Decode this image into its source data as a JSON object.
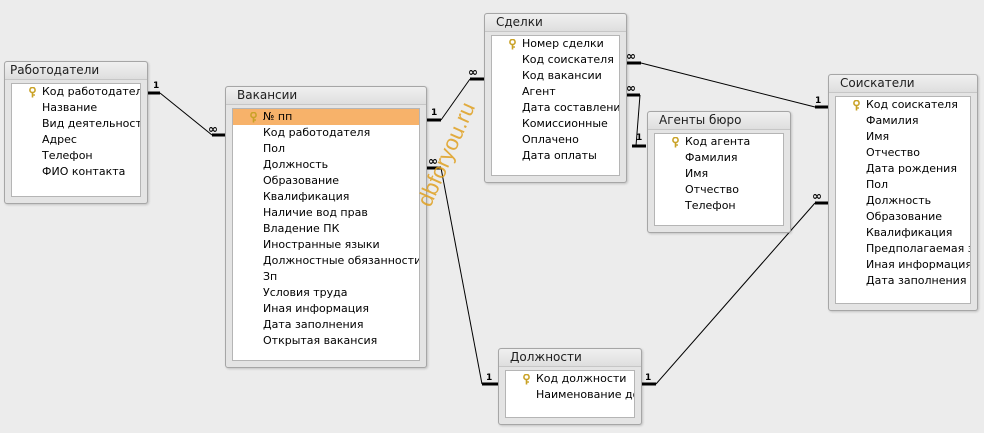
{
  "tables": {
    "employers": {
      "title": "Работодатели",
      "fields": [
        "Код работодателя",
        "Название",
        "Вид деятельности",
        "Адрес",
        "Телефон",
        "ФИО контакта"
      ]
    },
    "vacancies": {
      "title": "Вакансии",
      "fields": [
        "№ пп",
        "Код работодателя",
        "Пол",
        "Должность",
        "Образование",
        "Квалификация",
        "Наличие вод прав",
        "Владение ПК",
        "Иностранные языки",
        "Должностные обязанности",
        "Зп",
        "Условия труда",
        "Иная  информация",
        "Дата заполнения",
        "Открытая вакансия"
      ]
    },
    "deals": {
      "title": "Сделки",
      "fields": [
        "Номер сделки",
        "Код соискателя",
        "Код вакансии",
        "Агент",
        "Дата составления",
        "Комиссионные",
        "Оплачено",
        "Дата оплаты"
      ]
    },
    "agents": {
      "title": "Агенты бюро",
      "fields": [
        "Код агента",
        "Фамилия",
        "Имя",
        "Отчество",
        "Телефон"
      ]
    },
    "applicants": {
      "title": "Соискатели",
      "fields": [
        "Код соискателя",
        "Фамилия",
        "Имя",
        "Отчество",
        "Дата рождения",
        "Пол",
        "Должность",
        "Образование",
        "Квалификация",
        "Предполагаемая зп",
        "Иная  информация",
        "Дата заполнения"
      ]
    },
    "positions": {
      "title": "Должности",
      "fields": [
        "Код должности",
        "Наименование должности"
      ]
    }
  },
  "relations": {
    "one": "1",
    "many": "∞"
  },
  "watermark": "dbforyou.ru",
  "colors": {
    "selected_row": "#f7b26a",
    "watermark": "#e0a020",
    "key_icon": "#c9a227"
  }
}
